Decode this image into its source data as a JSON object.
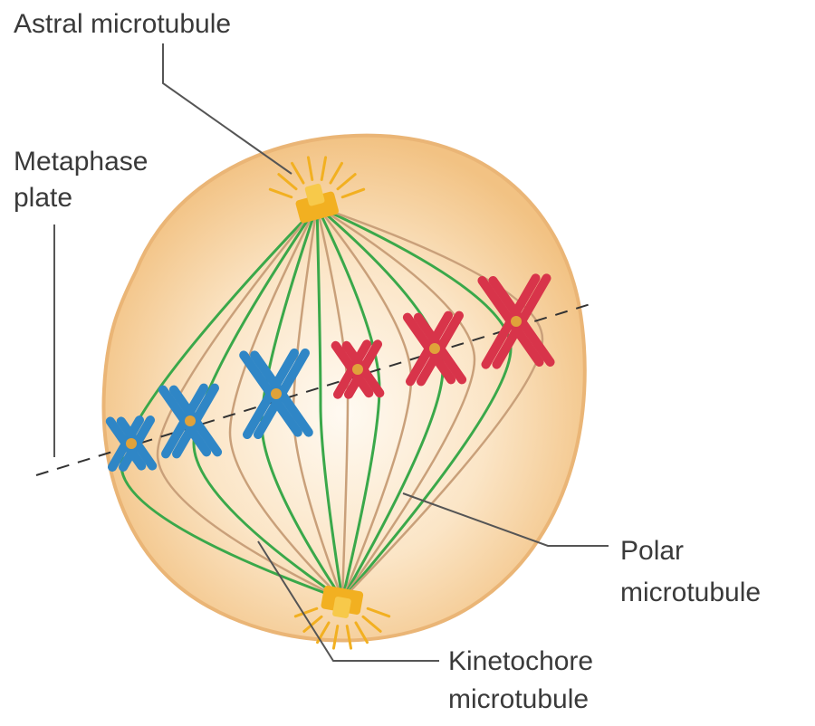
{
  "labels": {
    "astral": "Astral microtubule",
    "metaphase_line1": "Metaphase",
    "metaphase_line2": "plate",
    "polar_line1": "Polar",
    "polar_line2": "microtubule",
    "kinetochore_line1": "Kinetochore",
    "kinetochore_line2": "microtubule"
  },
  "colors": {
    "cell": "#f5c98f",
    "cell_edge": "#e8b070",
    "centrosome": "#f2b021",
    "green_mt": "#3aa84a",
    "tan_mt": "#c9a07a",
    "blue_chrom": "#2f86c6",
    "red_chrom": "#d8344a",
    "leader": "#555555"
  }
}
